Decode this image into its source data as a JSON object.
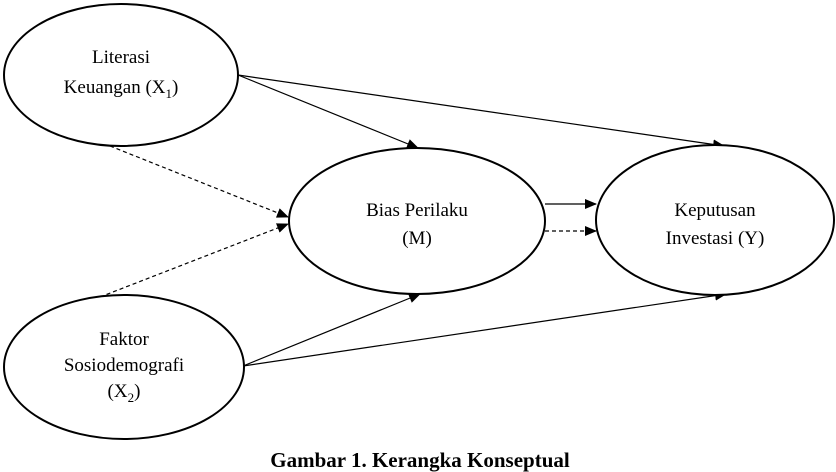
{
  "nodes": {
    "x1": {
      "line1": "Literasi",
      "line2_prefix": "Keuangan (X",
      "line2_sub": "1",
      "line2_suffix": ")"
    },
    "m": {
      "line1": "Bias Perilaku",
      "line2": "(M)"
    },
    "y": {
      "line1": "Keputusan",
      "line2": "Investasi (Y)"
    },
    "x2": {
      "line1": "Faktor",
      "line2": "Sosiodemografi",
      "line3_prefix": "(X",
      "line3_sub": "2",
      "line3_suffix": ")"
    }
  },
  "edges": [
    {
      "from": "Literasi Keuangan (X1)",
      "to": "Bias Perilaku (M)",
      "style": "solid"
    },
    {
      "from": "Literasi Keuangan (X1)",
      "to": "Keputusan Investasi (Y)",
      "style": "solid"
    },
    {
      "from": "Literasi Keuangan (X1)",
      "to": "Bias Perilaku (M)",
      "style": "dashed"
    },
    {
      "from": "Faktor Sosiodemografi (X2)",
      "to": "Bias Perilaku (M)",
      "style": "dashed"
    },
    {
      "from": "Faktor Sosiodemografi (X2)",
      "to": "Bias Perilaku (M)",
      "style": "solid"
    },
    {
      "from": "Faktor Sosiodemografi (X2)",
      "to": "Keputusan Investasi (Y)",
      "style": "solid"
    },
    {
      "from": "Bias Perilaku (M)",
      "to": "Keputusan Investasi (Y)",
      "style": "solid"
    },
    {
      "from": "Bias Perilaku (M)",
      "to": "Keputusan Investasi (Y)",
      "style": "dashed"
    }
  ],
  "caption": "Gambar 1. Kerangka Konseptual",
  "colors": {
    "stroke": "#000000",
    "background": "#ffffff"
  }
}
